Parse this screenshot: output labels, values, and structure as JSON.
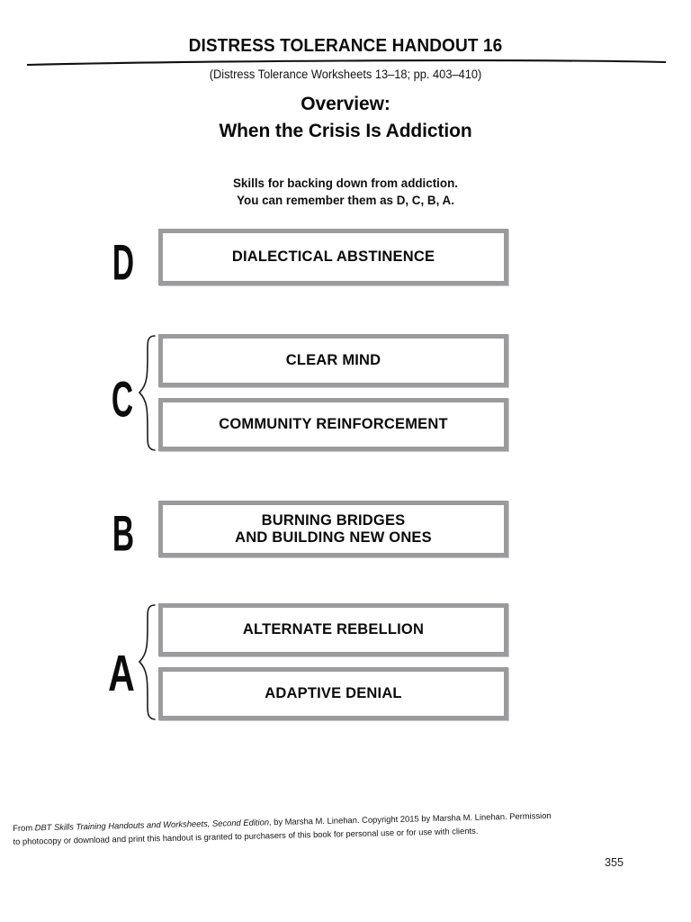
{
  "header": {
    "title": "DISTRESS TOLERANCE HANDOUT 16",
    "subtitle": "(Distress Tolerance Worksheets 13–18; pp. 403–410)",
    "overview_line1": "Overview:",
    "overview_line2": "When the Crisis Is Addiction"
  },
  "intro": {
    "line1": "Skills for backing down from addiction.",
    "line2": "You can remember them as D, C, B, A."
  },
  "groups": [
    {
      "letter": "D",
      "braced": false,
      "boxes": [
        {
          "lines": [
            "DIALECTICAL ABSTINENCE"
          ]
        }
      ]
    },
    {
      "letter": "C",
      "braced": true,
      "boxes": [
        {
          "lines": [
            "CLEAR MIND"
          ]
        },
        {
          "lines": [
            "COMMUNITY REINFORCEMENT"
          ]
        }
      ]
    },
    {
      "letter": "B",
      "braced": false,
      "boxes": [
        {
          "lines": [
            "BURNING BRIDGES",
            "AND BUILDING NEW ONES"
          ]
        }
      ]
    },
    {
      "letter": "A",
      "braced": true,
      "boxes": [
        {
          "lines": [
            "ALTERNATE REBELLION"
          ]
        },
        {
          "lines": [
            "ADAPTIVE DENIAL"
          ]
        }
      ]
    }
  ],
  "footer": {
    "line1_prefix": "From ",
    "line1_italic": "DBT Skills Training Handouts and Worksheets, Second Edition",
    "line1_suffix": ", by Marsha M. Linehan. Copyright 2015 by Marsha M. Linehan. Permission",
    "line2": "to photocopy or download and print this handout is granted to purchasers of this book for personal use or for use with clients.",
    "page_number": "355"
  },
  "colors": {
    "box_border": "#9b9b9e",
    "text": "#0a0a0a",
    "background": "#ffffff"
  }
}
